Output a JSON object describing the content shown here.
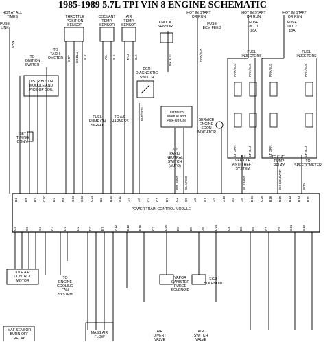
{
  "title": "1985-1989 5.7L TPI VIN 8 ENGINE SCHEMATIC",
  "labels": {
    "hot_all_times": "HOT AT ALL\nTIMES",
    "fuse_link": "FUSE\nLINK",
    "throttle_sensor": "THROTTLE\nPOSITION\nSENSOR",
    "coolant_sensor": "COOLANT\nTEMP.\nSENSOR",
    "air_temp_sensor": "AIR\nTEMP.\nSENSOR",
    "knock_sensor": "KNOCK\nSENSOR",
    "hot_start_run_1": "HOT IN START\nOR RUN",
    "fuse_ecm_feed": "FUSE\nECM FEED",
    "hot_start_run_2": "HOT IN START\nOR RUN",
    "fuse_inj1": "FUSE\nINJ. 1\n20A",
    "hot_start_run_3": "HOT IN START\nOR RUN",
    "fuse_inj2": "FUSE\nINJ. 2\n10A",
    "to_ignition": "TO\nIGNITION\nSWITCH",
    "to_tach": "TO\nTACH-\nOMETER",
    "egr_sensor": "EGR\nDIAGNOSTIC\nSWITCH",
    "fuel_injectors_1": "FUEL\nINJECTORS",
    "fuel_injectors_2": "FUEL\nINJECTORS",
    "dist_module": "DISTRIBUTOR\nMODULE AND\nPICK-UP COIL",
    "set_timing": "SET\nTIMING\nCONN.",
    "fuel_pump_signal": "FUEL\nPUMP ON\nSIGNAL",
    "to_ac": "TO A/C\nHARNESS",
    "dist_module_2": "Distributor\nModule and\nPick-Up Coil",
    "service_engine": "SERVICE\nENGINE\nSOON\nINDICATOR",
    "to_park_neutral": "TO\nPARK/\nNEUTRAL\nSWITCH\n(AUTO)",
    "to_vehicle": "TO\nVEHICLE\nANTI-THEFT\nSYSTEM",
    "to_fuel_pump": "TO FUEL\nPUMP\nRELAY",
    "to_speedometer": "TO\nSPEEDOMETER",
    "pcm": "POWER TRAIN CONTROL MODULE",
    "idle_air": "IDLE AIR\nCONTROL\nMOTOR",
    "to_engine_fan": "TO\nENGINE\nCOOLING\nFAN\nSYSTEM",
    "vapor_canister": "VAPOR\nCANISTER\nPURGE\nSOLENOID",
    "egr_solenoid": "EGR\nSOLENOID",
    "maf_sensor": "MAF SENSOR\nBURN-OFF\nRELAY",
    "mass_air_flow": "MASS AIR\nFLOW",
    "air_divert": "AIR\nDIVERT\nVALVE",
    "air_switch": "AIR\nSWITCH\nVALVE"
  },
  "wires": {
    "fuse_link_wire": "ORN",
    "tps_1": "GRY",
    "tps_2": "DK BLU",
    "tps_3": "BLK",
    "cts_1": "YEL",
    "cts_2": "BLK",
    "mat_1": "TAN",
    "mat_2": "BLK",
    "knock_wire": "DK BLU",
    "ecm_feed_wire": "PNK/BLK",
    "inj_a1": "PNK/BLK",
    "inj_a2": "PNK/BLK",
    "inj_a3": "LT GRN",
    "inj_a4": "LT BLU",
    "inj_b1": "PNK/BLK",
    "inj_b2": "PNK/BLK",
    "inj_b3": "LT GRN",
    "inj_b4": "LT BLU",
    "egr_wire": "BLK/WHT",
    "dist_wire_1": "PPL/WHT",
    "dist_wire_2": "BLK/RED",
    "anti_theft": "BLK/WHT",
    "fuel_pump_relay": "DK GRN/WHT",
    "speedo": "BRN"
  },
  "pins_top": [
    "B1",
    "D8",
    "B3",
    "C10",
    "D3",
    "D5",
    "C13",
    "C12",
    "C14",
    "B2",
    "B10",
    "A11",
    "A3",
    "A6",
    "C4",
    "C1",
    "B7",
    "C2",
    "C9",
    "A8",
    "A7",
    "A2",
    "A10",
    "A4",
    "A5",
    "D16",
    "C16",
    "B16",
    "B15",
    "B13",
    "B14",
    "B11"
  ],
  "pins_bottom": [
    "C5",
    "C6",
    "C3",
    "C4",
    "D1",
    "D2",
    "D7",
    "B7",
    "A12",
    "B12",
    "B16",
    "C7",
    "D16",
    "B6",
    "B5",
    "A5",
    "D14",
    "C8",
    "E8",
    "B9",
    "C1",
    "A9",
    "C11",
    "C10"
  ]
}
